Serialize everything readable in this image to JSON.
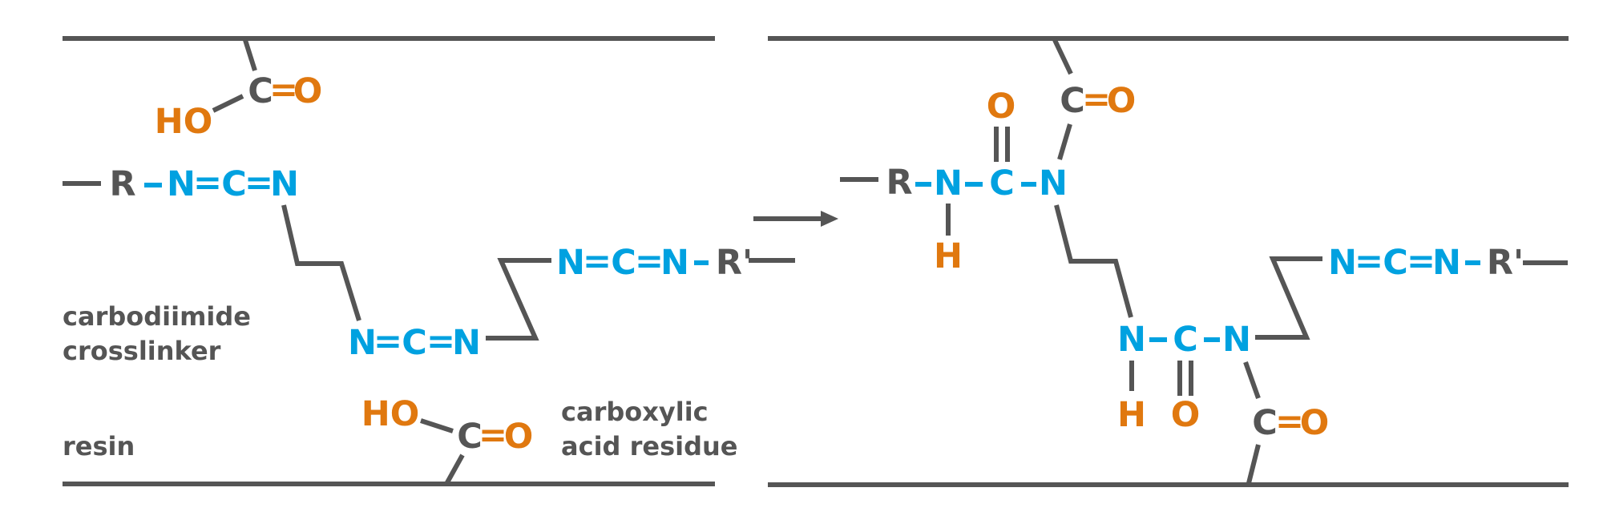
{
  "colors": {
    "bond": "#555555",
    "carbodiimide": "#00a1e0",
    "acid": "#e0780f"
  },
  "labels": {
    "crosslinker_line1": "carbodiimide",
    "crosslinker_line2": "crosslinker",
    "resin": "resin",
    "acid_line1": "carboxylic",
    "acid_line2": "acid residue"
  },
  "atoms": {
    "C": "C",
    "N": "N",
    "O": "O",
    "H": "H",
    "HO": "HO",
    "R": "R",
    "Rp": "R'",
    "dbl": "=",
    "sgl": "-"
  }
}
